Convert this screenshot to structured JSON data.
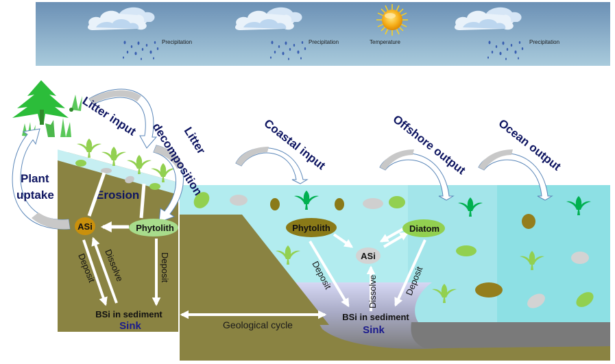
{
  "figure": {
    "type": "biogeochemical silicon cycle diagram",
    "colors": {
      "sky_top": "#6e94b8",
      "sky_bottom": "#a8cadb",
      "soil": "#8a8342",
      "water_coastal": "#b2ecef",
      "water_offshore": "#a3e5ea",
      "water_ocean": "#8de0e4",
      "sediment_gray": "#7a7a7a",
      "process_label": "#0d1460",
      "asi_land": "#c9900c",
      "phytolith_land": "#a8dc8c",
      "phytolith_coastal": "#8a7a18",
      "asi_coastal": "#d3d3d3",
      "diatom": "#92d050",
      "plant_green": "#00b050",
      "plant_lightgreen": "#92d050"
    }
  },
  "climate_strip": {
    "items": [
      {
        "icon": "rain-cloud-icon",
        "label": "Precipitation"
      },
      {
        "icon": "rain-cloud-icon",
        "label": "Precipitation"
      },
      {
        "icon": "sun-icon",
        "label": "Temperature"
      },
      {
        "icon": "rain-cloud-icon",
        "label": "Precipitation"
      }
    ]
  },
  "processes": {
    "litter_input": "Litter input",
    "litter_decomposition_1": "Litter",
    "litter_decomposition_2": "decomposition",
    "plant_uptake_1": "Plant",
    "plant_uptake_2": "uptake",
    "erosion": "Erosion",
    "coastal_input": "Coastal input",
    "offshore_output": "Offshore output",
    "ocean_output": "Ocean output",
    "geological_cycle": "Geological cycle"
  },
  "land_pool": {
    "asi": "ASi",
    "phytolith": "Phytolith",
    "deposit_left": "Deposit",
    "dissolve": "Dissolve",
    "deposit_right": "Deposit",
    "sediment": "BSi in sediment",
    "sink": "Sink"
  },
  "coastal_pool": {
    "phytolith": "Phytolith",
    "asi": "ASi",
    "diatom": "Diatom",
    "deposit_left": "Deposit",
    "dissolve": "Dissolve",
    "deposit_right": "Deposit",
    "sediment": "BSi in sediment",
    "sink": "Sink"
  }
}
